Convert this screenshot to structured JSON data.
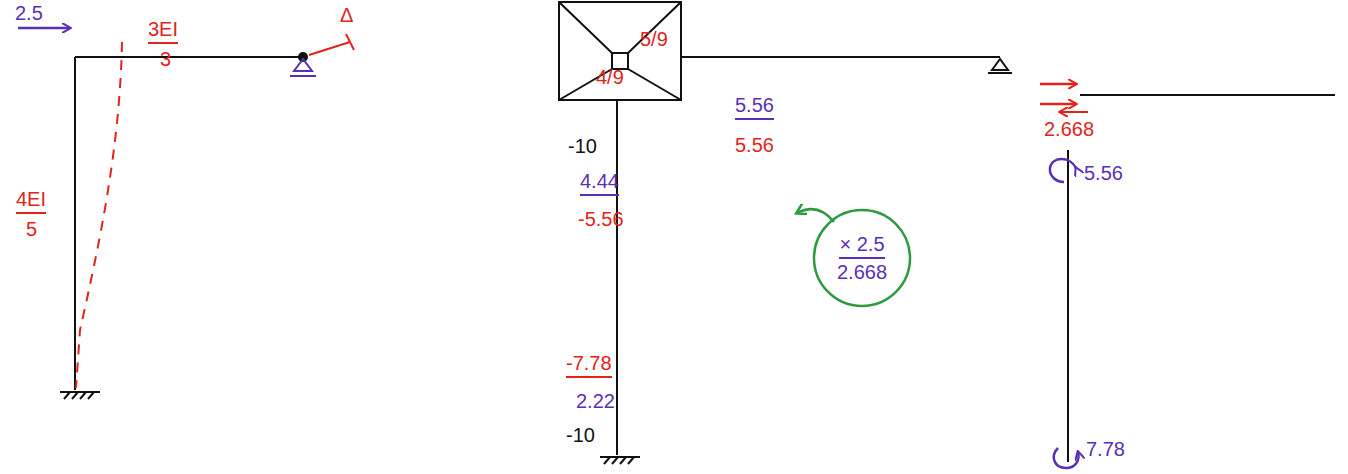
{
  "diagram": {
    "nodes": [
      {
        "text": [
          "5/9",
          "4/9"
        ]
      },
      {
        "text": [
          "× 2.5",
          "2.668"
        ]
      }
    ],
    "labels": [
      "2.5",
      "3EI",
      "3",
      "4EI",
      "5",
      "Δ",
      "-10",
      "4.44",
      "-5.56",
      "5.56",
      "5.56",
      "-7.78",
      "2.22",
      "-10",
      "2.668",
      "5.56",
      "7.78"
    ]
  }
}
